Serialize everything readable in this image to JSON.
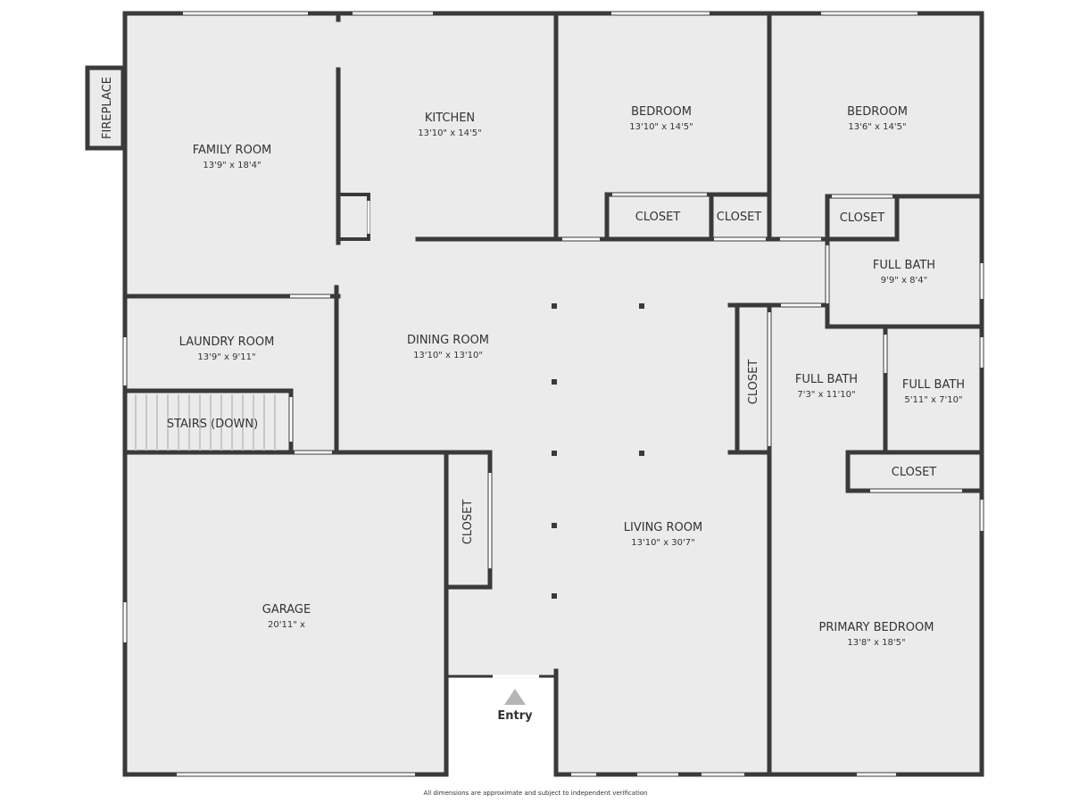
{
  "plan": {
    "colors": {
      "background": "#ffffff",
      "floor": "#ebebeb",
      "wall": "#3a3a3a",
      "window": "#ffffff",
      "text": "#333333"
    },
    "rooms": {
      "fireplace": {
        "name": "FIREPLACE"
      },
      "family_room": {
        "name": "FAMILY ROOM",
        "dim": "13'9\" x 18'4\""
      },
      "kitchen": {
        "name": "KITCHEN",
        "dim": "13'10\" x 14'5\""
      },
      "bedroom_1": {
        "name": "BEDROOM",
        "dim": "13'10\" x 14'5\""
      },
      "bedroom_2": {
        "name": "BEDROOM",
        "dim": "13'6\" x 14'5\""
      },
      "closet_1": {
        "name": "CLOSET"
      },
      "closet_2": {
        "name": "CLOSET"
      },
      "closet_3": {
        "name": "CLOSET"
      },
      "full_bath_1": {
        "name": "FULL BATH",
        "dim": "9'9\" x 8'4\""
      },
      "laundry_room": {
        "name": "LAUNDRY ROOM",
        "dim": "13'9\" x 9'11\""
      },
      "dining_room": {
        "name": "DINING ROOM",
        "dim": "13'10\" x 13'10\""
      },
      "closet_4": {
        "name": "CLOSET"
      },
      "full_bath_2": {
        "name": "FULL BATH",
        "dim": "7'3\" x 11'10\""
      },
      "full_bath_3": {
        "name": "FULL BATH",
        "dim": "5'11\" x 7'10\""
      },
      "stairs": {
        "name": "STAIRS (DOWN)"
      },
      "closet_5": {
        "name": "CLOSET"
      },
      "closet_6": {
        "name": "CLOSET"
      },
      "living_room": {
        "name": "LIVING ROOM",
        "dim": "13'10\" x 30'7\""
      },
      "garage": {
        "name": "GARAGE",
        "dim": "20'11\" x"
      },
      "primary_bedroom": {
        "name": "PRIMARY BEDROOM",
        "dim": "13'8\" x 18'5\""
      }
    },
    "entry": {
      "label": "Entry"
    },
    "footer": "All dimensions are approximate and subject to independent verification"
  }
}
